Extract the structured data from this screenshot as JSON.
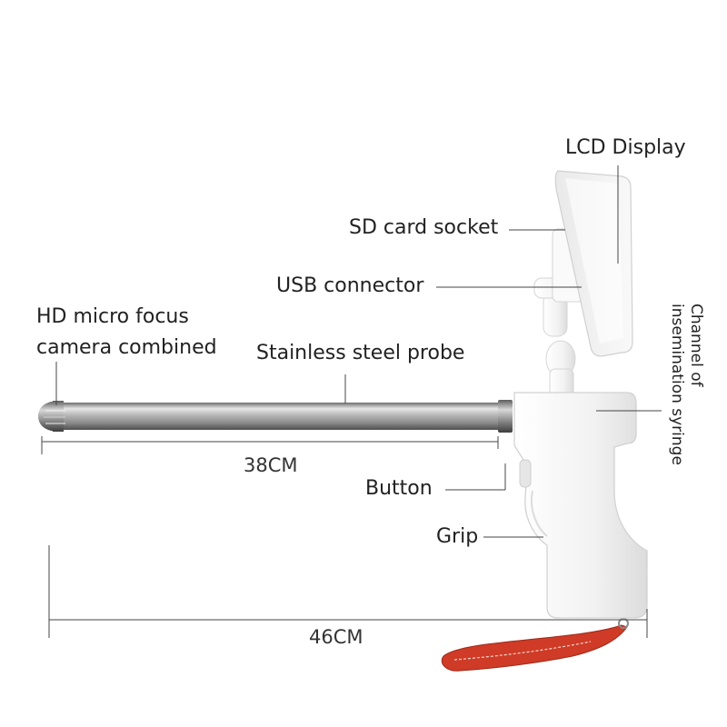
{
  "labels": {
    "lcd_display": "LCD Display",
    "sd_card_socket": "SD card socket",
    "usb_connector": "USB connector",
    "camera_line1": "HD micro focus",
    "camera_line2": "camera combined",
    "probe": "Stainless steel probe",
    "channel_line1": "Channel of",
    "channel_line2": "insemination syringe",
    "button": "Button",
    "grip": "Grip"
  },
  "dimensions": {
    "probe_length": "38CM",
    "total_length": "46CM"
  },
  "colors": {
    "label_text": "#222222",
    "leader_line": "#444444",
    "device_body": "#f1f1f1",
    "probe_steel": "#a7a7a7",
    "lanyard": "#cf3b26"
  }
}
